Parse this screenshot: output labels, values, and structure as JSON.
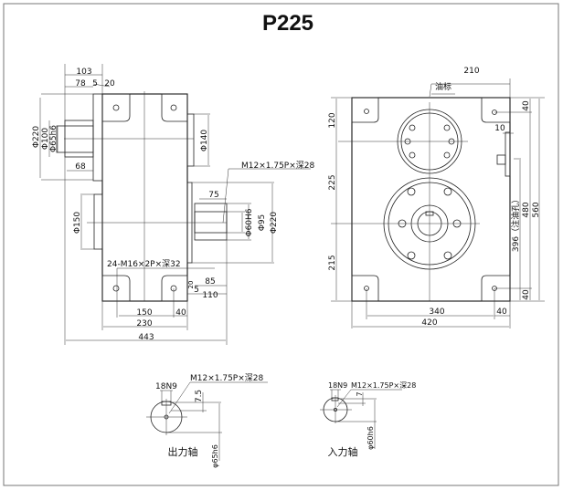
{
  "title": "P225",
  "front_view": {
    "dims": {
      "w103": "103",
      "w78": "78",
      "w5a": "5",
      "w20a": "20",
      "d220a": "Φ220",
      "d100": "Φ100",
      "d65": "Φ65h6",
      "w68": "68",
      "d140": "Φ140",
      "thread_in": "M12×1.75P×深28",
      "w75": "75",
      "d60": "Φ60H6",
      "d95": "Φ95",
      "d220b": "Φ220",
      "d150": "Φ150",
      "holes": "24-M16×2P×深32",
      "w20b": "20",
      "w85": "85",
      "w5b": "5",
      "w110": "110",
      "w150": "150",
      "w40": "40",
      "w230": "230",
      "w443": "443"
    }
  },
  "side_view": {
    "dims": {
      "w210": "210",
      "oil_gauge": "油标",
      "h120": "120",
      "h225": "225",
      "h215": "215",
      "h40a": "40",
      "w10": "10",
      "h396": "396（注油孔）",
      "h480": "480",
      "h560": "560",
      "h40b": "40",
      "w340": "340",
      "w40": "40",
      "w420": "420"
    }
  },
  "shaft_details": {
    "output": {
      "key": "18N9",
      "thread": "M12×1.75P×深28",
      "depth": "7.5",
      "dia": "φ65h6",
      "label": "出力轴"
    },
    "input": {
      "key": "18N9",
      "thread": "M12×1.75P×深28",
      "depth": "7",
      "dia": "φ60h6",
      "label": "入力轴"
    }
  }
}
